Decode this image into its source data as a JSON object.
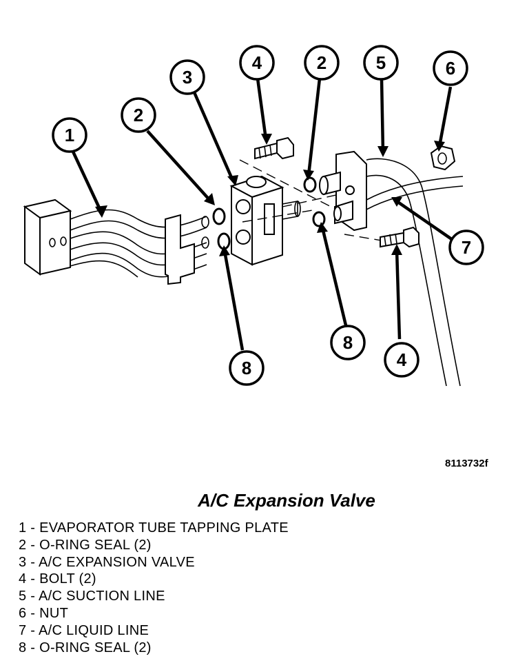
{
  "figure": {
    "code": "8113732f",
    "caption": "A/C Expansion Valve"
  },
  "callouts": [
    {
      "id": "c1",
      "label": "1"
    },
    {
      "id": "c2a",
      "label": "2"
    },
    {
      "id": "c3",
      "label": "3"
    },
    {
      "id": "c4a",
      "label": "4"
    },
    {
      "id": "c2b",
      "label": "2"
    },
    {
      "id": "c5",
      "label": "5"
    },
    {
      "id": "c6",
      "label": "6"
    },
    {
      "id": "c7",
      "label": "7"
    },
    {
      "id": "c8a",
      "label": "8"
    },
    {
      "id": "c8b",
      "label": "8"
    },
    {
      "id": "c4b",
      "label": "4"
    }
  ],
  "legend": [
    "1 - EVAPORATOR TUBE TAPPING PLATE",
    "2 - O-RING SEAL (2)",
    "3 - A/C EXPANSION VALVE",
    "4 - BOLT (2)",
    "5 - A/C SUCTION LINE",
    "6 - NUT",
    "7 - A/C LIQUID LINE",
    "8 - O-RING SEAL (2)"
  ]
}
